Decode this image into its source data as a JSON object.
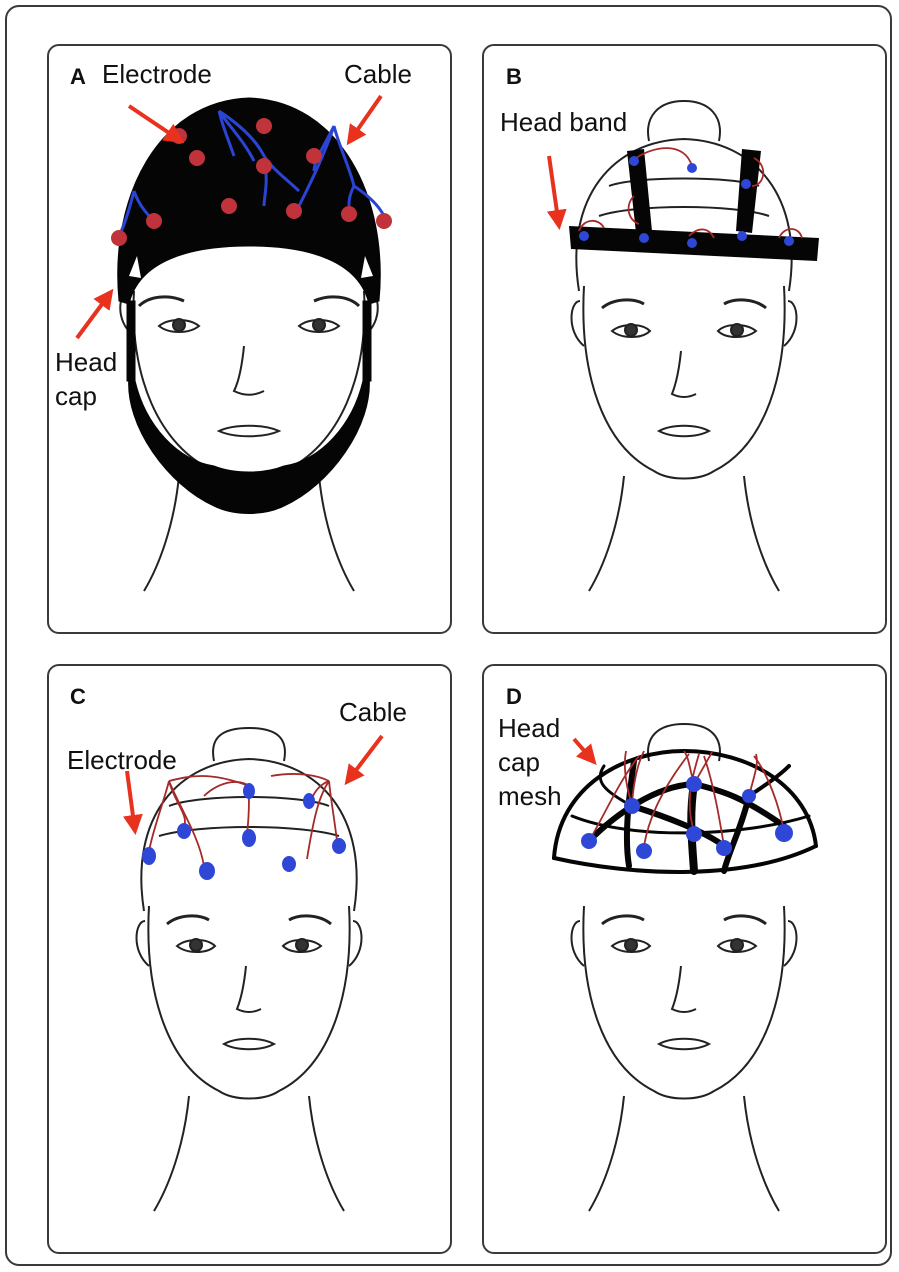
{
  "panels": {
    "a": {
      "letter": "A",
      "labels": {
        "electrode": "Electrode",
        "cable": "Cable",
        "head_cap_1": "Head",
        "head_cap_2": "cap"
      }
    },
    "b": {
      "letter": "B",
      "labels": {
        "head_band": "Head band"
      }
    },
    "c": {
      "letter": "C",
      "labels": {
        "electrode": "Electrode",
        "cable": "Cable"
      }
    },
    "d": {
      "letter": "D",
      "labels": {
        "line1": "Head",
        "line2": "cap",
        "line3": "mesh"
      }
    }
  },
  "colors": {
    "arrow": "#e8321e",
    "electrode_red": "#c0333a",
    "electrode_blue": "#2f47d6",
    "cable_blue": "#2a45d4",
    "cable_red": "#a52a2a",
    "outline": "#222222",
    "cap": "#050505"
  }
}
